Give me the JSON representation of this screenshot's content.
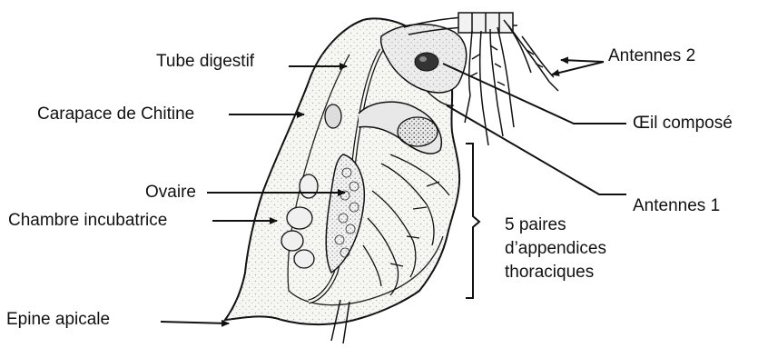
{
  "labels": {
    "tube_digestif": "Tube digestif",
    "carapace": "Carapace de Chitine",
    "ovaire": "Ovaire",
    "chambre": "Chambre incubatrice",
    "epine": "Epine apicale",
    "antennes2": "Antennes 2",
    "oeil": "Œil composé",
    "antennes1": "Antennes 1",
    "appendices_line1": "5 paires",
    "appendices_line2": "d’appendices",
    "appendices_line3": "thoraciques"
  },
  "colors": {
    "ink": "#111111",
    "shell": "#f6f6f3",
    "dots": "#777777"
  }
}
